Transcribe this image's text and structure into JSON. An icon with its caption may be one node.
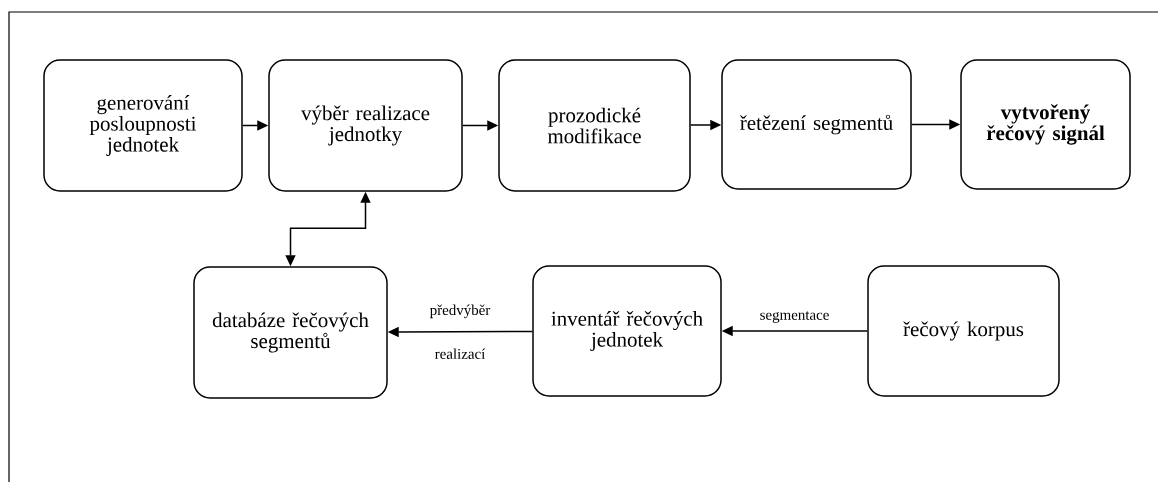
{
  "diagram": {
    "nodes": [
      {
        "text": [
          "generování posloupnosti jednotek"
        ]
      },
      {
        "text": [
          "výběr realizace jednotky"
        ]
      },
      {
        "text": [
          "prozodické modifikace"
        ]
      },
      {
        "text": [
          "řetězení segmentů"
        ]
      },
      {
        "text": [
          "vytvořený řečový signál"
        ]
      },
      {
        "text": [
          "databáze řečových segmentů"
        ]
      },
      {
        "text": [
          "inventář řečových jednotek"
        ]
      },
      {
        "text": [
          "řečový korpus"
        ]
      }
    ],
    "edges": [
      {
        "from": 0,
        "to": 1,
        "arrow": "to"
      },
      {
        "from": 1,
        "to": 2,
        "arrow": "to"
      },
      {
        "from": 2,
        "to": 3,
        "arrow": "to"
      },
      {
        "from": 3,
        "to": 4,
        "arrow": "to"
      },
      {
        "from": 1,
        "to": 5,
        "arrow": "both"
      },
      {
        "from": 6,
        "to": 5,
        "arrow": "to",
        "label": "předvýběr realizací"
      },
      {
        "from": 7,
        "to": 6,
        "arrow": "to",
        "label": "segmentace"
      }
    ]
  }
}
